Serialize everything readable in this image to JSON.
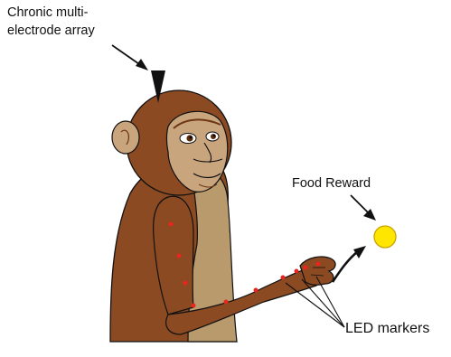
{
  "labels": {
    "electrode_array_line1": "Chronic multi-",
    "electrode_array_line2": "electrode array",
    "food_reward": "Food Reward",
    "led_markers": "LED markers"
  },
  "colors": {
    "fur": "#8b4a21",
    "fur_dark": "#6e3614",
    "skin": "#b89a6c",
    "face": "#c9a57e",
    "led": "#e8251f",
    "food": "#ffe600",
    "food_stroke": "#c9a400",
    "ink": "#111111"
  },
  "markers": {
    "led_count": 10
  }
}
